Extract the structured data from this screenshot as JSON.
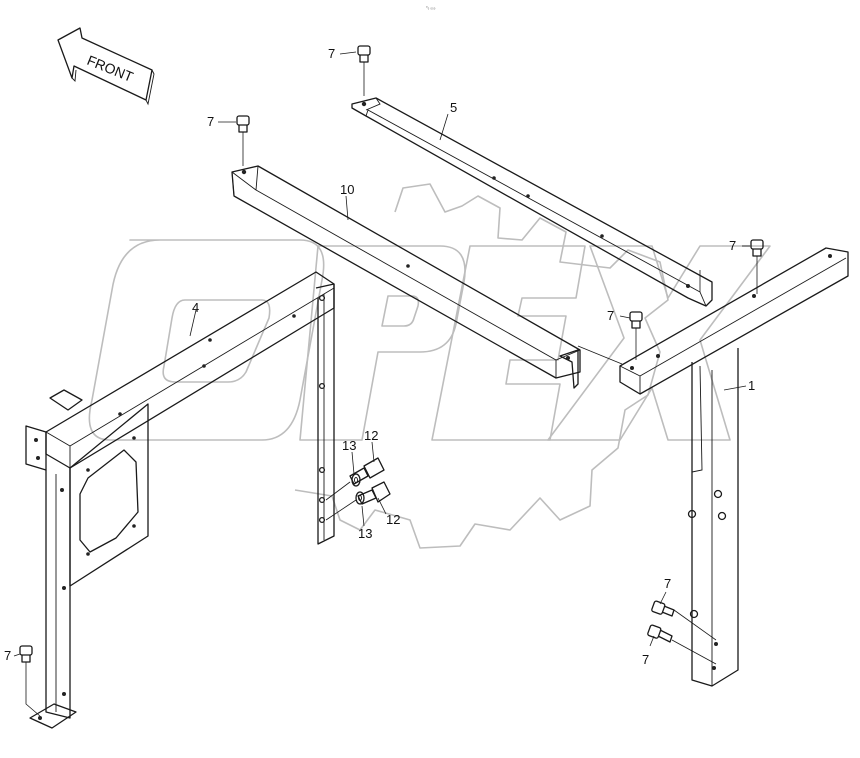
{
  "header": {
    "code": "⁰₀ ₀₀₀"
  },
  "watermark": {
    "text": "OPEX",
    "color": "#bdbdbd"
  },
  "direction_arrow": {
    "label": "FRONT"
  },
  "callouts": {
    "c1": "1",
    "c4": "4",
    "c5": "5",
    "c7a": "7",
    "c7b": "7",
    "c7c": "7",
    "c7d": "7",
    "c7e": "7",
    "c7f": "7",
    "c7g": "7",
    "c10": "10",
    "c12a": "12",
    "c12b": "12",
    "c13a": "13",
    "c13b": "13"
  },
  "colors": {
    "line": "#1a1a1a",
    "background": "#ffffff"
  }
}
